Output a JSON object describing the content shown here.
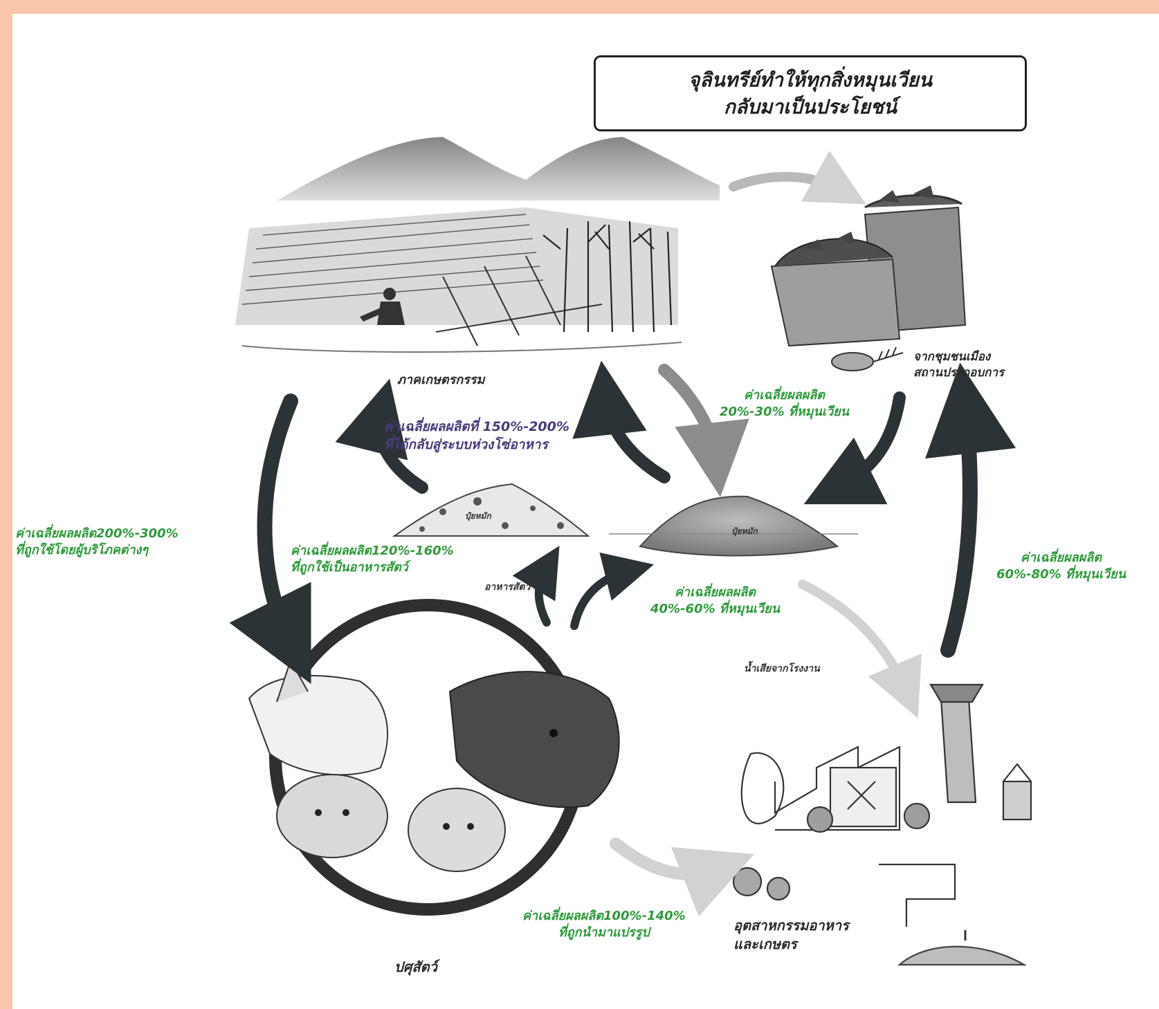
{
  "title": {
    "line1": "จุลินทรีย์ทำให้ทุกสิ่งหมุนเวียน",
    "line2": "กลับมาเป็นประโยชน์"
  },
  "nodes": {
    "agriculture": "ภาคเกษตรกรรม",
    "household": "จากชุมชนเมือง\nสถานประกอบการ",
    "livestock": "ปศุสัตว์",
    "industry": "อุตสาหกรรมอาหาร\nและเกษตร",
    "fertilizer_left": "ปุ๋ยหมัก",
    "fertilizer_center": "ปุ๋ยหมัก",
    "animal_feed": "อาหารสัตว์",
    "waste_water": "น้ำเสียจากโรงงาน"
  },
  "value_labels": {
    "top_purple": "ค่าเฉลี่ยผลผลิตที่ 150%-200%\nที่ได้กลับสู่ระบบห่วงโซ่อาหาร",
    "waste_to_compost": "ค่าเฉลี่ยผลผลิต\n20%-30% ที่หมุนเวียน",
    "left_side": "ค่าเฉลี่ยผลผลิต200%-300%\nที่ถูกใช้โดยผู้บริโภคต่างๆ",
    "middle_feed": "ค่าเฉลี่ยผลผลิต120%-160%\nที่ถูกใช้เป็นอาหารสัตว์",
    "center_compost": "ค่าเฉลี่ยผลผลิต\n40%-60% ที่หมุนเวียน",
    "right_side": "ค่าเฉลี่ยผลผลิต\n60%-80% ที่หมุนเวียน",
    "bottom_industry": "ค่าเฉลี่ยผลผลิต100%-140%\nที่ถูกนำมาแปรรูป"
  },
  "colors": {
    "border": "#f9c7ac",
    "green_text": "#2f9a3c",
    "purple_text": "#4a3a7c",
    "dark_arrow": "#2b3337",
    "grey_arrow": "#8c8c8c",
    "light_arrow": "#d2d2d2"
  },
  "icons": [
    "mountain-farm-illustration",
    "garbage-bins-illustration",
    "livestock-illustration",
    "factory-illustration",
    "compost-pile-illustration",
    "fish-bones-icon",
    "milk-carton-icon"
  ]
}
